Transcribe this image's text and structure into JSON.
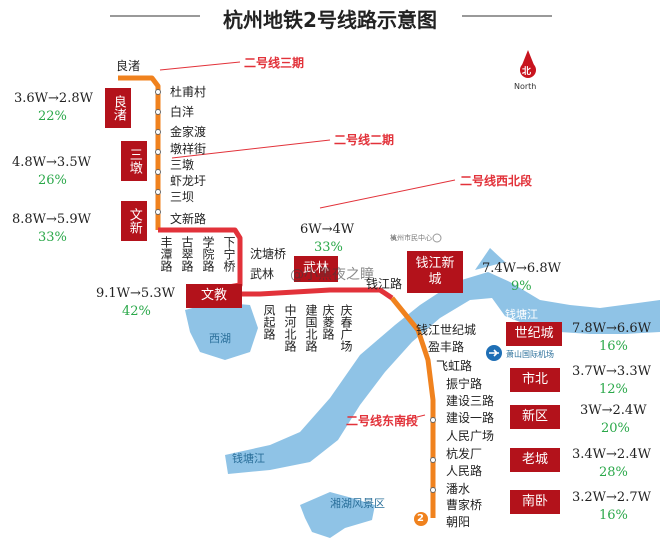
{
  "title": "杭州地铁2号线路示意图",
  "north": {
    "label": "North",
    "char": "北"
  },
  "sections": {
    "phase3": "二号线三期",
    "phase2": "二号线二期",
    "northwest": "二号线西北段",
    "southeast": "二号线东南段"
  },
  "stations": {
    "liangzhu": "良渚",
    "duzhoucun": "杜甫村",
    "baiyang": "白洋",
    "jinjiadu": "金家渡",
    "dunxiangjie": "墩祥街",
    "sandun": "三墩",
    "xialongyu": "虾龙圩",
    "sanba": "三坝",
    "wenxinlu": "文新路",
    "fengtanlu": "丰潭路",
    "gucuilu": "古翠路",
    "xueyuanlu": "学院路",
    "xianing": "下宁桥",
    "shentangqiao": "沈塘桥",
    "wulin": "武林",
    "fengqilu": "凤起路",
    "zhonghebeilu": "中河北路",
    "jianguobeilu": "建国北路",
    "qinglingcun": "庆菱路",
    "qingchunguangchang": "庆春广场",
    "qianjianglu": "钱江路",
    "qianjiangshijicheng": "钱江世纪城",
    "yingfenglu": "盈丰路",
    "feihonglu": "飞虹路",
    "zhenninglu": "振宁路",
    "jianshesanlu": "建设三路",
    "jiansheyilu": "建设一路",
    "renminguangchang": "人民广场",
    "hangfa": "杭发厂",
    "renminlu": "人民路",
    "panshui": "潘水",
    "caojiaqiao": "曹家桥",
    "chaoyang": "朝阳"
  },
  "areas": {
    "xihu": "西湖",
    "qiantangjiang_left": "钱塘江",
    "qiantangjiang_right": "钱塘江",
    "xianghu": "湘湖风景区",
    "airport": "萧山国际机场",
    "civic_center": "杭州市民中心"
  },
  "badges": [
    {
      "id": "liangzhu",
      "text": "良渚"
    },
    {
      "id": "sandun",
      "text": "三墩"
    },
    {
      "id": "wenxin",
      "text": "文新"
    },
    {
      "id": "wenjiao",
      "text": "文教"
    },
    {
      "id": "wulin",
      "text": "武林"
    },
    {
      "id": "qianjiang",
      "text": "钱江新城"
    },
    {
      "id": "shiji",
      "text": "世纪城"
    },
    {
      "id": "shibei",
      "text": "市北"
    },
    {
      "id": "xinqu",
      "text": "新区"
    },
    {
      "id": "laocheng",
      "text": "老城"
    },
    {
      "id": "nanwo",
      "text": "南卧"
    }
  ],
  "prices": [
    {
      "id": "liangzhu",
      "change": "3.6W→2.8W",
      "pct": "22%"
    },
    {
      "id": "sandun",
      "change": "4.8W→3.5W",
      "pct": "26%"
    },
    {
      "id": "wenxin",
      "change": "8.8W→5.9W",
      "pct": "33%"
    },
    {
      "id": "wenjiao",
      "change": "9.1W→5.3W",
      "pct": "42%"
    },
    {
      "id": "wulin",
      "change": "6W→4W",
      "pct": "33%"
    },
    {
      "id": "qianjiang",
      "change": "7.4W→6.8W",
      "pct": "9%"
    },
    {
      "id": "shiji",
      "change": "7.8W→6.6W",
      "pct": "16%"
    },
    {
      "id": "shibei",
      "change": "3.7W→3.3W",
      "pct": "12%"
    },
    {
      "id": "xinqu",
      "change": "3W→2.4W",
      "pct": "20%"
    },
    {
      "id": "laocheng",
      "change": "3.4W→2.4W",
      "pct": "28%"
    },
    {
      "id": "nanwo",
      "change": "3.2W→2.7W",
      "pct": "16%"
    }
  ],
  "watermark": "@小黑夜之瞳",
  "line_number": "2",
  "colors": {
    "line_red": "#e2323a",
    "line_orange": "#f0821e",
    "badge": "#b3121b",
    "water": "#8fc3e6",
    "pct": "#2ba84a"
  }
}
